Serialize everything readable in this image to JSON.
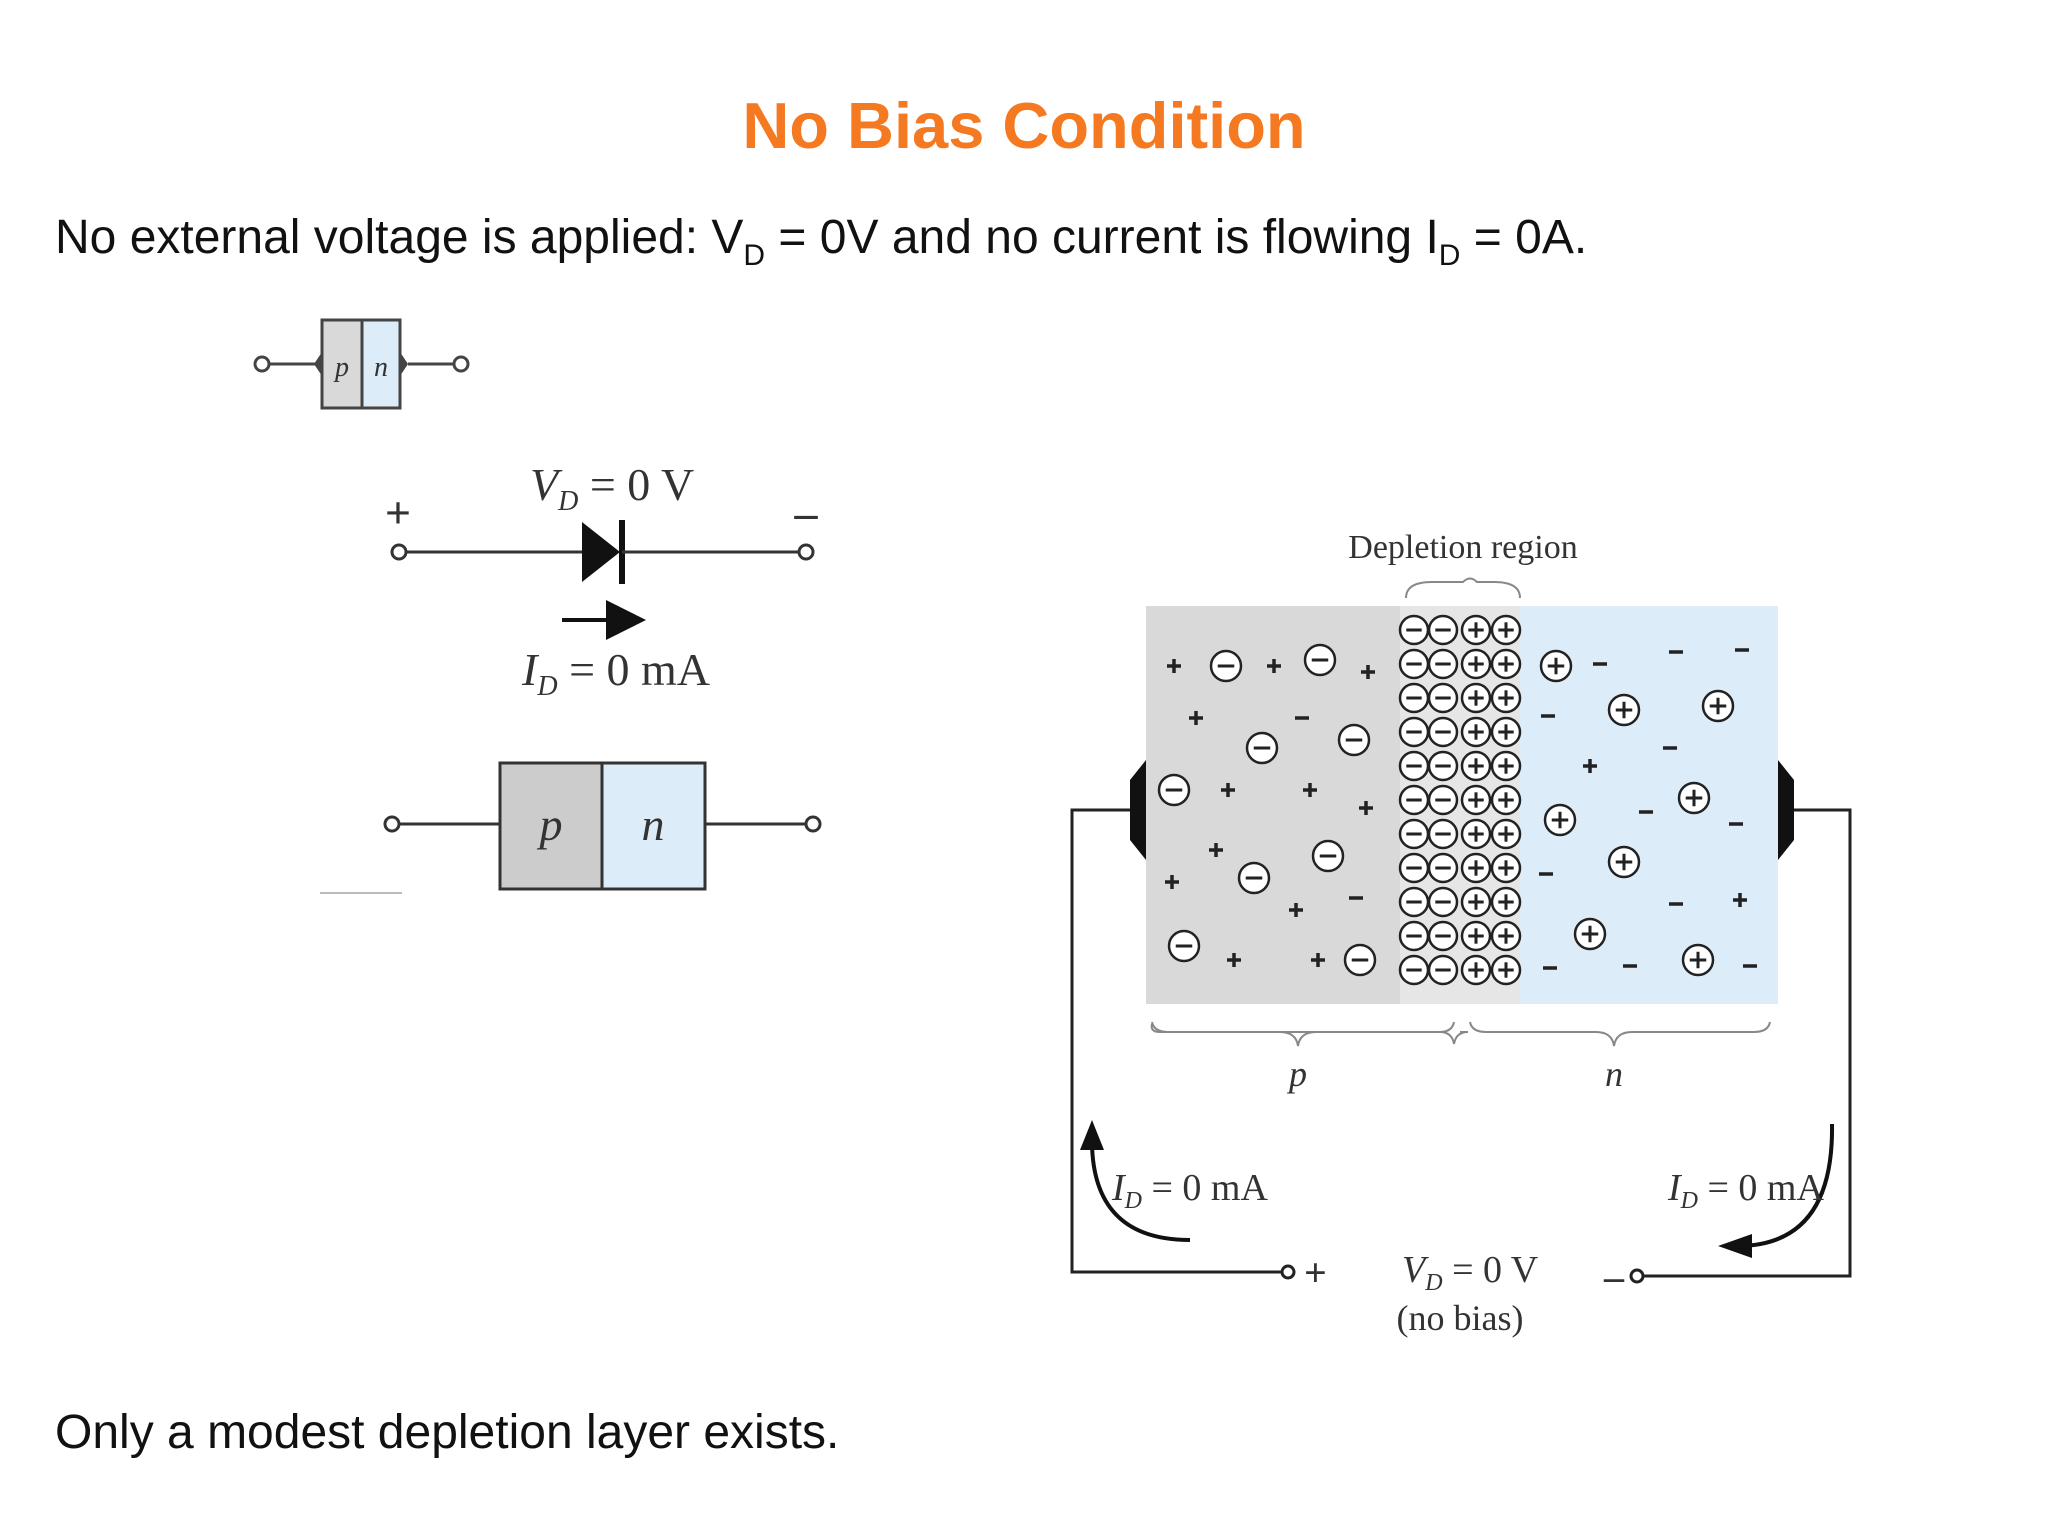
{
  "title": "No Bias Condition",
  "intro": {
    "text_before": "No external voltage is applied: V",
    "sub1": "D",
    "text_mid": " = 0V and no current is flowing I",
    "sub2": "D",
    "text_after": " = 0A."
  },
  "outro": "Only a modest depletion layer exists.",
  "small_diode": {
    "p": "p",
    "n": "n"
  },
  "diode_symbol": {
    "plus": "+",
    "minus": "–",
    "vd_main": "V",
    "vd_sub": "D",
    "vd_rest": " = 0 V",
    "id_main": "I",
    "id_sub": "D",
    "id_rest": " = 0 mA"
  },
  "pn_block": {
    "p": "p",
    "n": "n"
  },
  "junction": {
    "depletion_label": "Depletion region",
    "p_label": "p",
    "n_label": "n",
    "id_left_main": "I",
    "id_left_sub": "D",
    "id_left_rest": " = 0 mA",
    "id_right_main": "I",
    "id_right_sub": "D",
    "id_right_rest": " = 0 mA",
    "plus": "+",
    "minus": "–",
    "vd_main": "V",
    "vd_sub": "D",
    "vd_rest": " = 0 V",
    "no_bias": "(no bias)"
  },
  "colors": {
    "title": "#f47920",
    "p_region": "#d9d9d9",
    "n_region": "#dcecf8"
  }
}
